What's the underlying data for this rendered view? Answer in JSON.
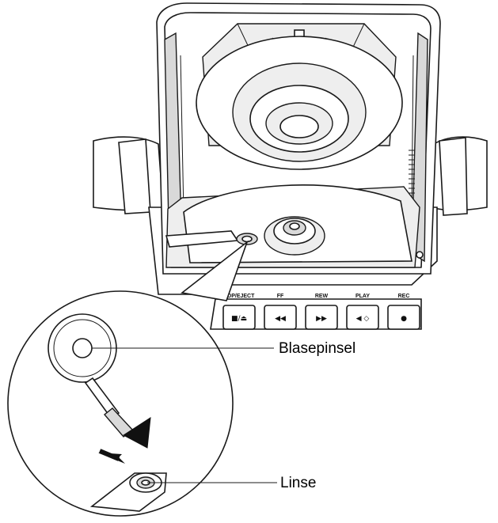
{
  "buttons": [
    {
      "label": "TOP/EJECT",
      "icon": "stop-eject-icon",
      "symbol": "■/⏏"
    },
    {
      "label": "FF",
      "icon": "fast-rewind-icon",
      "symbol": "◀◀"
    },
    {
      "label": "REW",
      "icon": "fast-forward-icon",
      "symbol": "▶▶"
    },
    {
      "label": "PLAY",
      "icon": "play-icon",
      "symbol": "◀ ◇"
    },
    {
      "label": "REC",
      "icon": "record-icon",
      "symbol": "●"
    }
  ],
  "callouts": {
    "blower_brush": "Blasepinsel",
    "lens": "Linse"
  }
}
